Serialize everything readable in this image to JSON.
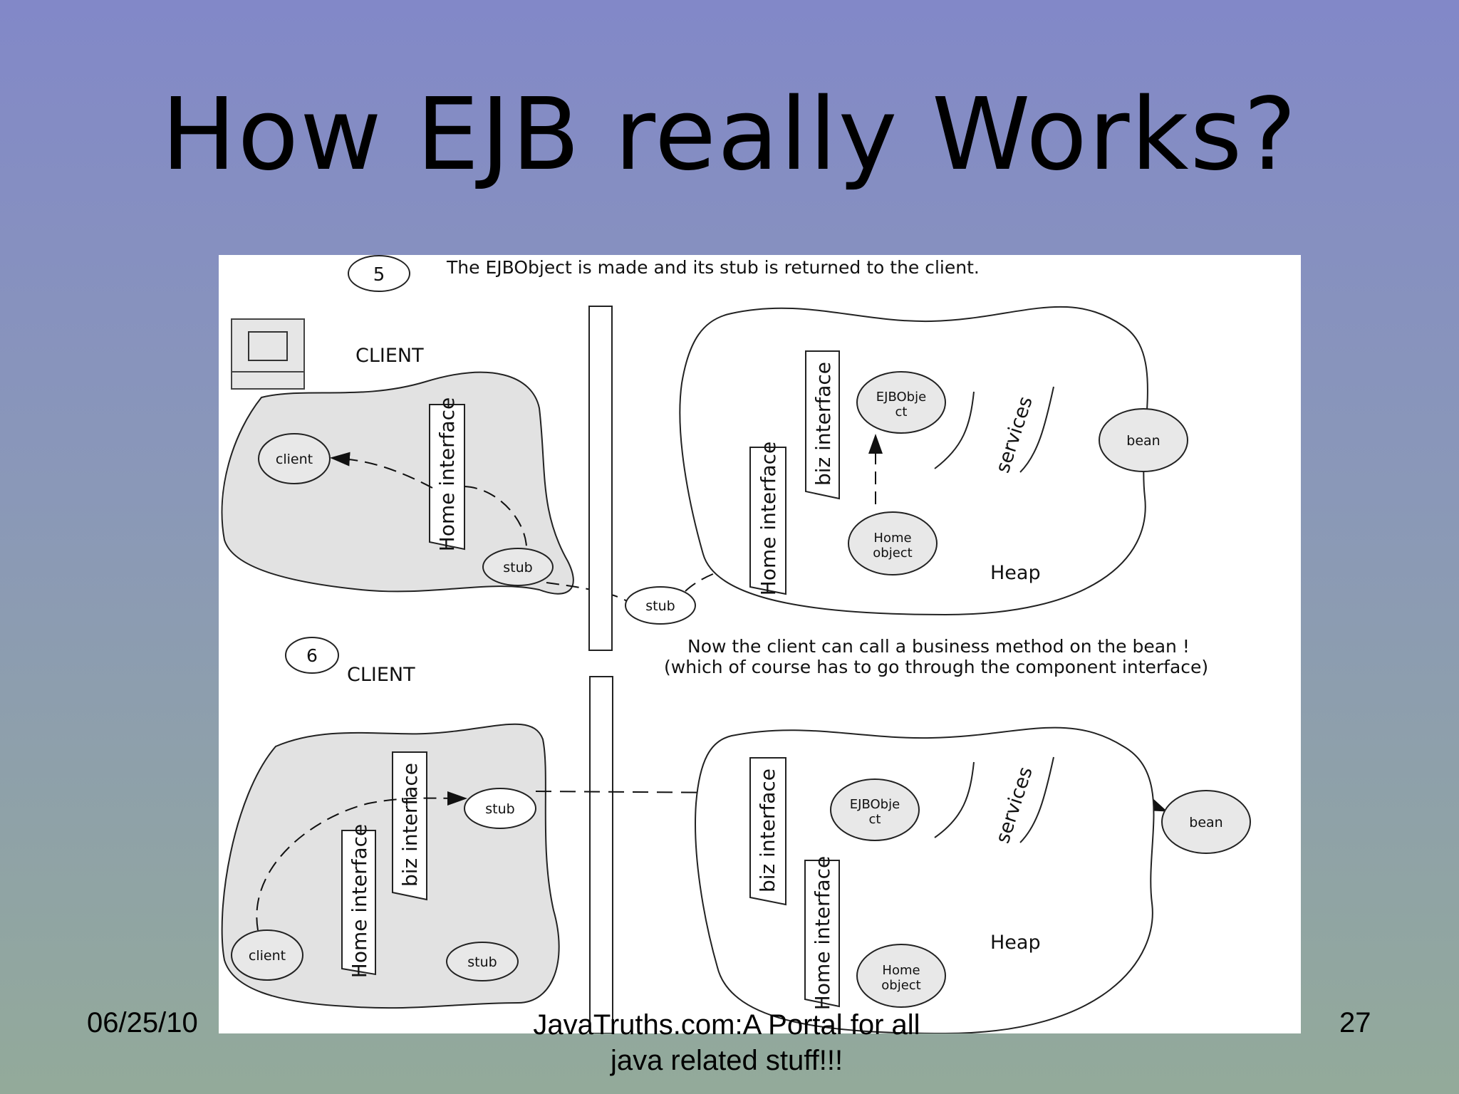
{
  "slide": {
    "title": "How EJB really Works?",
    "footer_date": "06/25/10",
    "footer_center_line1": "JavaTruths.com:A Portal for all",
    "footer_center_line2": "java related stuff!!!",
    "page_number": "27"
  },
  "diagram": {
    "step5": {
      "number": "5",
      "caption": "The EJBObject is made and its stub is returned to the client.",
      "client_label": "CLIENT",
      "client_node": "client",
      "home_interface": "Home interface",
      "stub_client": "stub",
      "stub_wire": "stub",
      "biz_interface": "biz interface",
      "home_interface_server": "Home interface",
      "ejbobject_line1": "EJBObje",
      "ejbobject_line2": "ct",
      "services": "services",
      "bean": "bean",
      "home_object_line1": "Home",
      "home_object_line2": "object",
      "heap": "Heap"
    },
    "step6": {
      "number": "6",
      "client_label": "CLIENT",
      "caption_line1": "Now the client can call a business method on the bean !",
      "caption_line2": "(which of course has to go through the component interface)",
      "stub_top": "stub",
      "biz_interface": "biz interface",
      "home_interface": "Home interface",
      "client_node": "client",
      "stub_bottom": "stub",
      "biz_interface_server": "biz interface",
      "ejbobject_line1": "EJBObje",
      "ejbobject_line2": "ct",
      "services": "services",
      "bean": "bean",
      "home_interface_server": "Home interface",
      "heap": "Heap",
      "home_object_line1": "Home",
      "home_object_line2": "object"
    }
  }
}
